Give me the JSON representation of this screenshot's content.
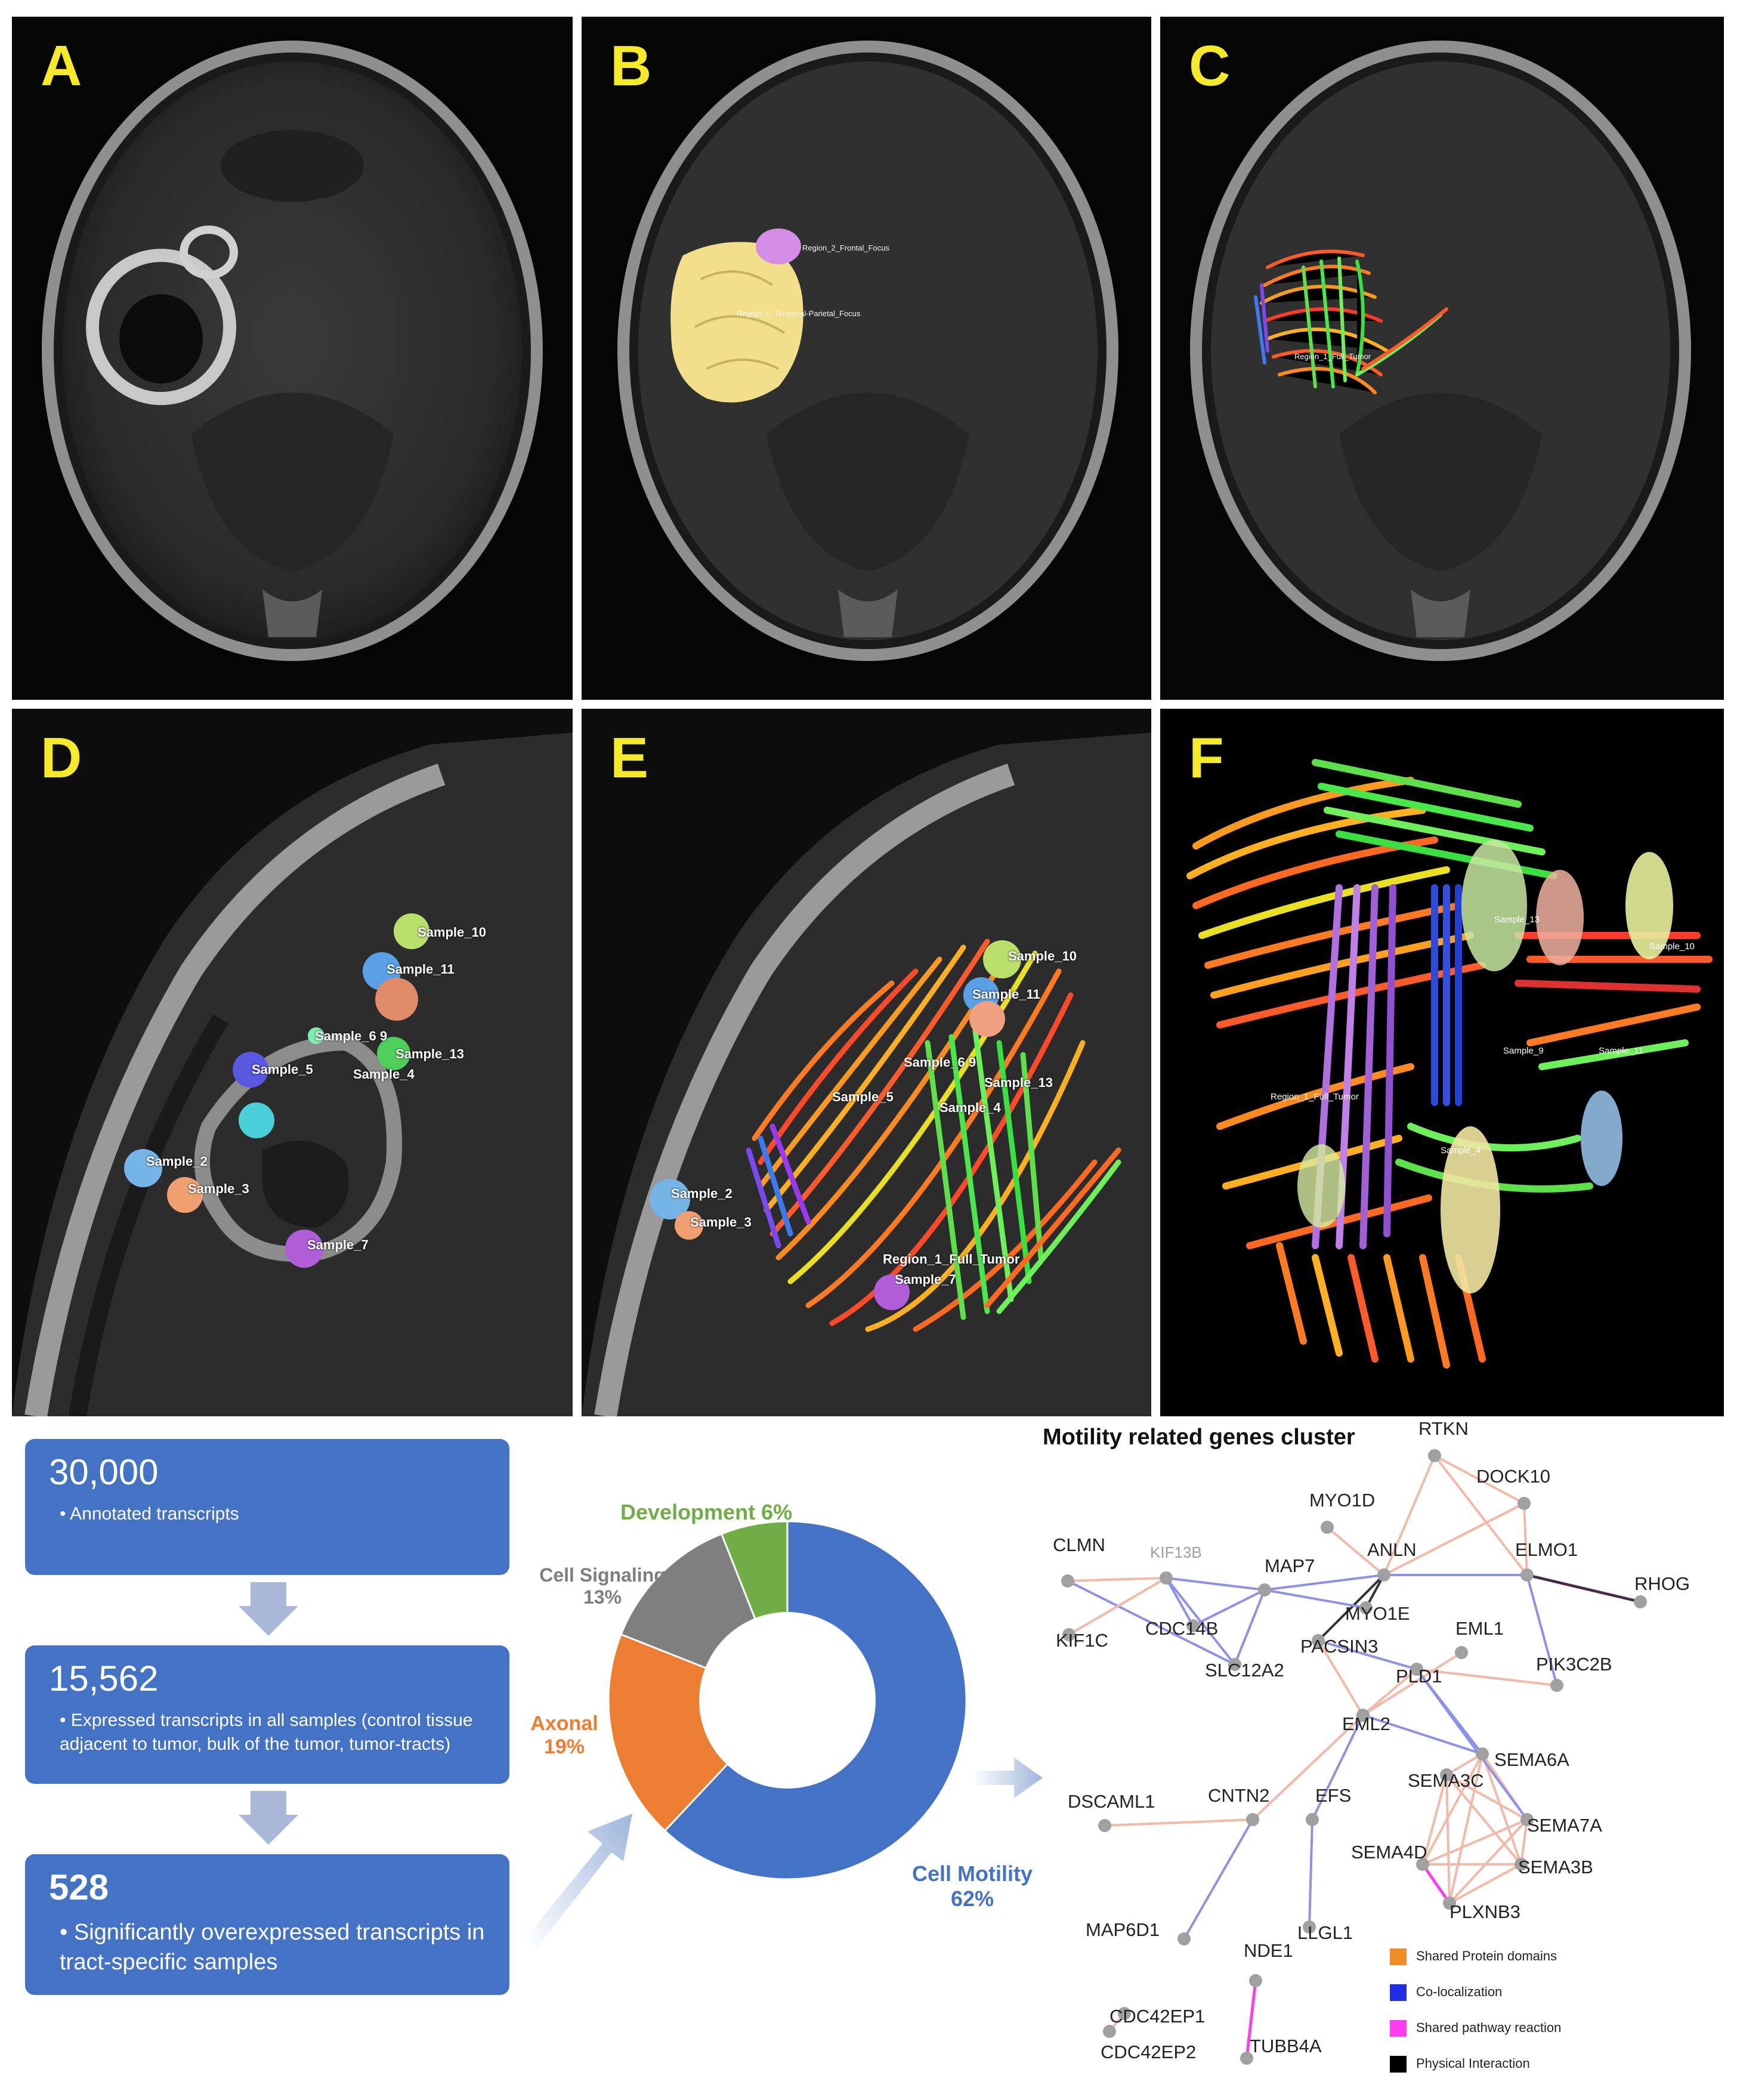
{
  "panels": {
    "a": {
      "letter": "A"
    },
    "b": {
      "letter": "B",
      "roi_upper": "Region_2_Frontal_Focus",
      "roi_lower": "Region_1_Temporal-Parietal_Focus"
    },
    "c": {
      "letter": "C",
      "roi": "Region_1_Full_Tumor"
    },
    "d": {
      "letter": "D",
      "samples": [
        "Sample_10",
        "Sample_11",
        "Sample_6 9",
        "Sample_13",
        "Sample_4",
        "Sample_5",
        "Sample_2",
        "Sample_3",
        "Sample_7"
      ]
    },
    "e": {
      "letter": "E",
      "samples": [
        "Sample_10",
        "Sample_11",
        "Sample_6 9",
        "Sample_13",
        "Sample_5",
        "Sample_4",
        "Sample_2",
        "Sample_3",
        "Region_1_Full_Tumor",
        "Sample_7"
      ]
    },
    "f": {
      "letter": "F",
      "labels": [
        "Sample_13",
        "Sample_10",
        "Sample_9",
        "Sample_11",
        "Region_1_Full_Tumor",
        "Sample_4"
      ]
    }
  },
  "flow": {
    "box1": {
      "number": "30,000",
      "desc": "• Annotated transcripts"
    },
    "box2": {
      "number": "15,562",
      "desc": "• Expressed transcripts in all samples (control tissue adjacent to tumor, bulk of the tumor, tumor-tracts)"
    },
    "box3": {
      "number": "528",
      "desc": "• Significantly overexpressed transcripts in tract-specific samples"
    }
  },
  "donut": {
    "segments": [
      {
        "name": "Cell Motility",
        "pct_label": "62%",
        "value": 62,
        "color": "#4472c4"
      },
      {
        "name": "Axonal",
        "pct_label": "19%",
        "value": 19,
        "color": "#ed7d31"
      },
      {
        "name": "Cell Signaling",
        "pct_label": "13%",
        "value": 13,
        "color": "#7f7f7f"
      },
      {
        "name": "Development",
        "pct_label": "6%",
        "value": 6,
        "color": "#70ad47"
      }
    ],
    "label_development": "Development 6%",
    "label_cell_signaling": "Cell Signaling",
    "label_cell_signaling_pct": "13%",
    "label_axonal": "Axonal",
    "label_axonal_pct": "19%",
    "label_cell_motility": "Cell Motility",
    "label_cell_motility_pct": "62%"
  },
  "network": {
    "title": "Motility related genes cluster",
    "genes": [
      "RTKN",
      "DOCK10",
      "MYO1D",
      "CLMN",
      "KIF13B",
      "MAP7",
      "ANLN",
      "ELMO1",
      "RHOG",
      "KIF1C",
      "CDC14B",
      "MYO1E",
      "EML1",
      "PACSIN3",
      "SLC12A2",
      "PLD1",
      "PIK3C2B",
      "EML2",
      "SEMA6A",
      "SEMA3C",
      "DSCAML1",
      "CNTN2",
      "EFS",
      "SEMA7A",
      "SEMA4D",
      "SEMA3B",
      "PLXNB3",
      "MAP6D1",
      "LLGL1",
      "NDE1",
      "CDC42EP1",
      "CDC42EP2",
      "TUBB4A"
    ],
    "legend": [
      {
        "label": "Shared Protein domains",
        "color": "#f28c28"
      },
      {
        "label": "Co-localization",
        "color": "#1f2ee6"
      },
      {
        "label": "Shared pathway reaction",
        "color": "#ff3cf0"
      },
      {
        "label": "Physical Interaction",
        "color": "#000000"
      }
    ],
    "colors": {
      "protein": "#f2b9a8",
      "coloc": "#8d92e8",
      "pathway": "#ff3cf0",
      "physical": "#333333",
      "node": "#a0a0a0"
    }
  }
}
